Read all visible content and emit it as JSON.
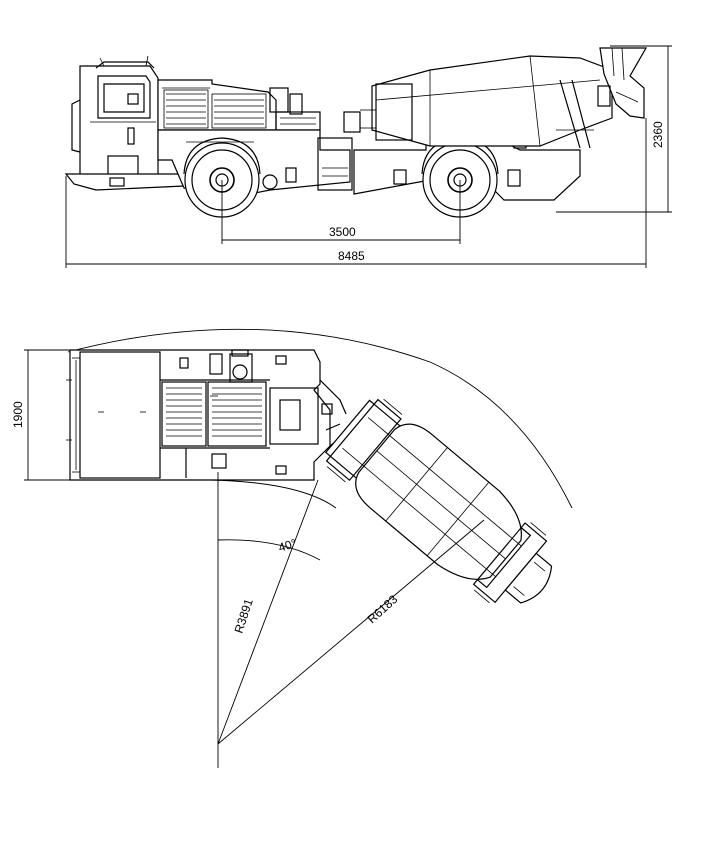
{
  "dimensions": {
    "wheelbase": "3500",
    "overall_length": "8485",
    "height": "2360",
    "width": "1900",
    "articulation_angle": "40°",
    "inner_radius": "R3891",
    "outer_radius": "R6183"
  },
  "colors": {
    "line": "#000000",
    "background": "#ffffff"
  }
}
